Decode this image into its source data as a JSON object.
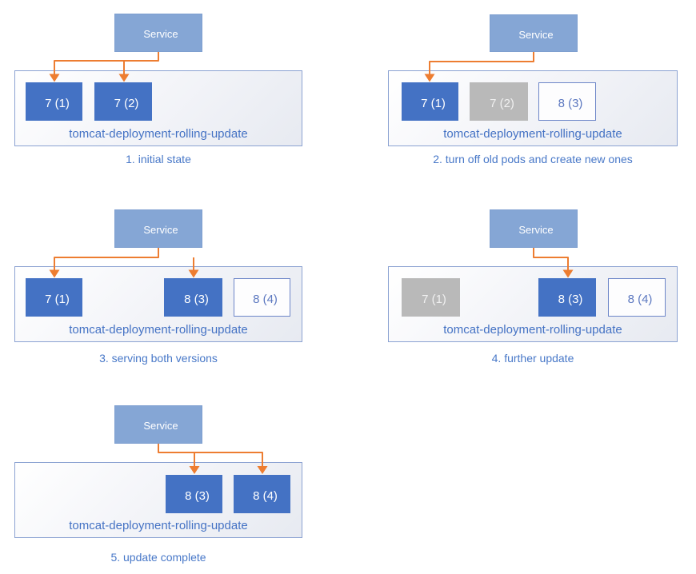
{
  "service_label": "Service",
  "deployment_label": "tomcat-deployment-rolling-update",
  "colors": {
    "service_fill": "#85a6d5",
    "pod_active_fill": "#4472c4",
    "pod_inactive_fill": "#b9b9b9",
    "pod_pending_border": "#6d86c8",
    "arrow": "#ed7d31",
    "deployment_label_text": "#4472c4",
    "caption_text": "#4878c8",
    "container_border": "#8ba2d2"
  },
  "panels": [
    {
      "caption": "1. initial state",
      "pods": [
        {
          "label": "7 (1)",
          "state": "active"
        },
        {
          "label": "7 (2)",
          "state": "active"
        }
      ]
    },
    {
      "caption": "2. turn off old pods and create new ones",
      "pods": [
        {
          "label": "7 (1)",
          "state": "active"
        },
        {
          "label": "7 (2)",
          "state": "inactive"
        },
        {
          "label": "8 (3)",
          "state": "pending"
        }
      ]
    },
    {
      "caption": "3. serving both versions",
      "pods": [
        {
          "label": "7 (1)",
          "state": "active"
        },
        {
          "label": "8 (3)",
          "state": "active"
        },
        {
          "label": "8 (4)",
          "state": "pending"
        }
      ]
    },
    {
      "caption": "4. further update",
      "pods": [
        {
          "label": "7 (1)",
          "state": "inactive"
        },
        {
          "label": "8 (3)",
          "state": "active"
        },
        {
          "label": "8 (4)",
          "state": "pending"
        }
      ]
    },
    {
      "caption": "5. update complete",
      "pods": [
        {
          "label": "8 (3)",
          "state": "active"
        },
        {
          "label": "8 (4)",
          "state": "active"
        }
      ]
    }
  ]
}
